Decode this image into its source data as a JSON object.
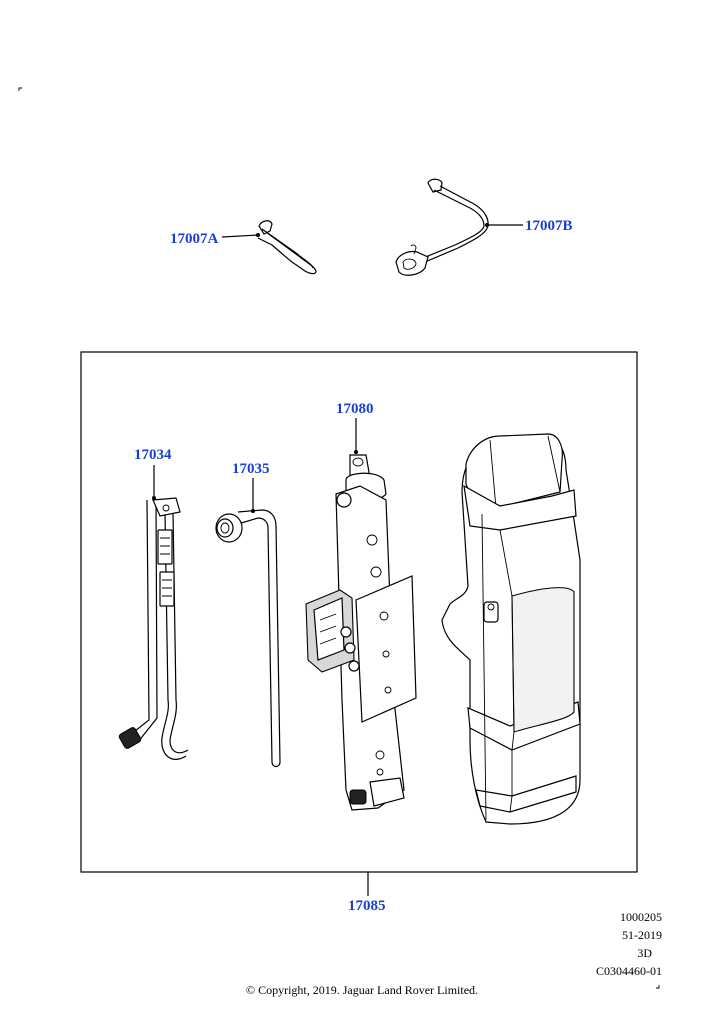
{
  "callouts": {
    "c17007a": "17007A",
    "c17007b": "17007B",
    "c17080": "17080",
    "c17034": "17034",
    "c17035": "17035",
    "c17085": "17085"
  },
  "meta": {
    "code1": "1000205",
    "code2": "51-2019",
    "code3": "3D",
    "code4": "C0304460-01"
  },
  "copyright": "© Copyright, 2019. Jaguar Land Rover Limited.",
  "colors": {
    "callout": "#1a3fd0",
    "lines": "#000000",
    "background": "#ffffff"
  }
}
